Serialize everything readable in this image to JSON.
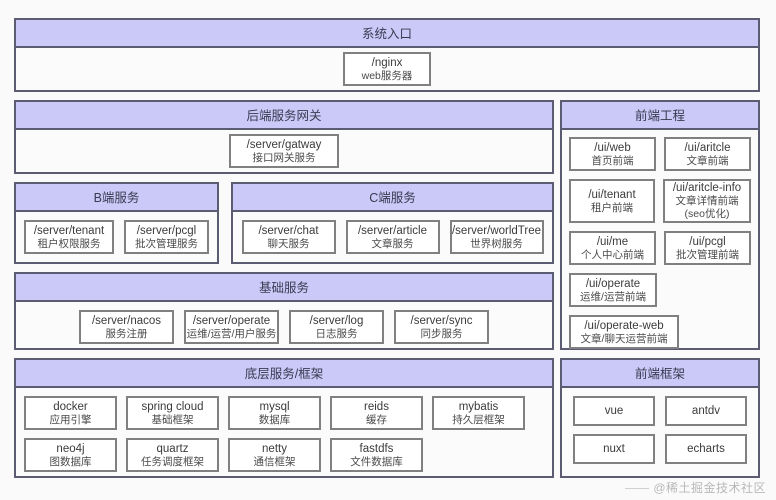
{
  "diagram": {
    "watermark": "@稀土掘金技术社区",
    "colors": {
      "panel_header": "#cac9f7",
      "panel_border": "#5b5c72",
      "node_border": "#808080",
      "background": "#fafafa"
    },
    "sections": {
      "system_entry": {
        "title": "系统入口",
        "nodes": [
          {
            "code": "/nginx",
            "desc": "web服务器"
          }
        ]
      },
      "gateway": {
        "title": "后端服务网关",
        "nodes": [
          {
            "code": "/server/gatway",
            "desc": "接口网关服务"
          }
        ]
      },
      "b_service": {
        "title": "B端服务",
        "nodes": [
          {
            "code": "/server/tenant",
            "desc": "租户权限服务"
          },
          {
            "code": "/server/pcgl",
            "desc": "批次管理服务"
          }
        ]
      },
      "c_service": {
        "title": "C端服务",
        "nodes": [
          {
            "code": "/server/chat",
            "desc": "聊天服务"
          },
          {
            "code": "/server/article",
            "desc": "文章服务"
          },
          {
            "code": "/server/worldTree",
            "desc": "世界树服务"
          }
        ]
      },
      "base_service": {
        "title": "基础服务",
        "nodes": [
          {
            "code": "/server/nacos",
            "desc": "服务注册"
          },
          {
            "code": "/server/operate",
            "desc": "运维/运营/用户服务"
          },
          {
            "code": "/server/log",
            "desc": "日志服务"
          },
          {
            "code": "/server/sync",
            "desc": "同步服务"
          }
        ]
      },
      "bottom_framework": {
        "title": "底层服务/框架",
        "rows": [
          [
            {
              "code": "docker",
              "desc": "应用引擎"
            },
            {
              "code": "spring cloud",
              "desc": "基础框架"
            },
            {
              "code": "mysql",
              "desc": "数据库"
            },
            {
              "code": "reids",
              "desc": "缓存"
            },
            {
              "code": "mybatis",
              "desc": "持久层框架"
            }
          ],
          [
            {
              "code": "neo4j",
              "desc": "图数据库"
            },
            {
              "code": "quartz",
              "desc": "任务调度框架"
            },
            {
              "code": "netty",
              "desc": "通信框架"
            },
            {
              "code": "fastdfs",
              "desc": "文件数据库"
            }
          ]
        ]
      },
      "frontend_engineering": {
        "title": "前端工程",
        "rows": [
          [
            {
              "code": "/ui/web",
              "desc": "首页前端"
            },
            {
              "code": "/ui/aritcle",
              "desc": "文章前端"
            }
          ],
          [
            {
              "code": "/ui/tenant",
              "desc": "租户前端"
            },
            {
              "code": "/ui/aritcle-info",
              "desc": "文章详情前端",
              "desc2": "(seo优化)"
            }
          ],
          [
            {
              "code": "/ui/me",
              "desc": "个人中心前端"
            },
            {
              "code": "/ui/pcgl",
              "desc": "批次管理前端"
            }
          ],
          [
            {
              "code": "/ui/operate",
              "desc": "运维/运营前端"
            }
          ],
          [
            {
              "code": "/ui/operate-web",
              "desc": "文章/聊天运营前端"
            }
          ]
        ]
      },
      "frontend_framework": {
        "title": "前端框架",
        "rows": [
          [
            {
              "code": "vue"
            },
            {
              "code": "antdv"
            }
          ],
          [
            {
              "code": "nuxt"
            },
            {
              "code": "echarts"
            }
          ]
        ]
      }
    }
  }
}
